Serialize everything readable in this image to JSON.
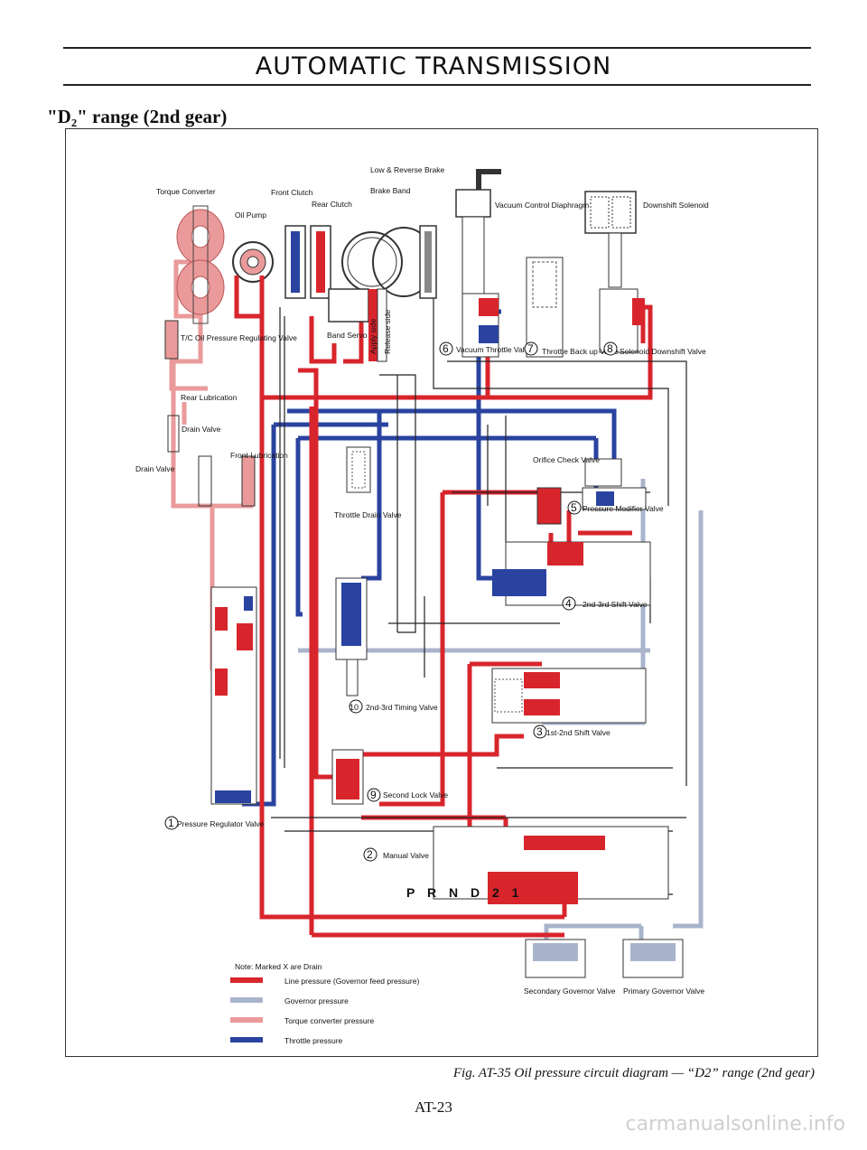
{
  "header": {
    "title": "AUTOMATIC TRANSMISSION"
  },
  "section_title": "\"D₂\" range (2nd gear)",
  "colors": {
    "line_pressure": "#d8252c",
    "governor_pressure": "#a9b4cc",
    "torque_converter_pressure": "#ea9a9a",
    "throttle_pressure": "#2a43a0",
    "drain": "#222222"
  },
  "components": {
    "torque_converter": "Torque Converter",
    "oil_pump": "Oil Pump",
    "front_clutch": "Front Clutch",
    "rear_clutch": "Rear Clutch",
    "low_reverse_brake": "Low & Reverse Brake",
    "brake_band": "Brake Band",
    "vacuum_control": "Vacuum Control Diaphragm",
    "downshift_solenoid": "Downshift Solenoid",
    "tc_valve": "T/C Oil Pressure Regulating Valve",
    "rear_lub": "Rear Lubrication",
    "drain_valve_small": "Drain Valve",
    "drain_valve": "Drain Valve",
    "front_lub": "Front Lubrication",
    "band_servo": "Band Servo",
    "apply_side": "Apply side",
    "release_side": "Release side",
    "vacuum_throttle": "Vacuum Throttle Valve",
    "throttle_backup": "Throttle Back up Valve",
    "solenoid_downshift": "Solenoid Downshift Valve",
    "orifice_check": "Orifice Check Valve",
    "pressure_modifier": "Pressure Modifier Valve",
    "throttle_drain": "Throttle Drain Valve",
    "shift_2_3": "2nd-3rd Shift Valve",
    "timing_2_3": "2nd-3rd Timing Valve",
    "shift_1_2": "1st-2nd Shift Valve",
    "second_lock": "Second Lock Valve",
    "pressure_regulator": "Pressure Regulator Valve",
    "manual_valve": "Manual Valve",
    "secondary_governor": "Secondary Governor Valve",
    "primary_governor": "Primary Governor Valve"
  },
  "valve_numbers": {
    "n1": "1",
    "n2": "2",
    "n3": "3",
    "n4": "4",
    "n5": "5",
    "n6": "6",
    "n7": "7",
    "n8": "8",
    "n9": "9",
    "n10": "10"
  },
  "selector": "P R N D 2 1",
  "legend": {
    "note": "Note:  Marked X are Drain",
    "items": [
      {
        "label": "Line pressure (Governor feed pressure)",
        "color": "#d8252c"
      },
      {
        "label": "Governor pressure",
        "color": "#a9b4cc"
      },
      {
        "label": "Torque converter pressure",
        "color": "#ea9a9a"
      },
      {
        "label": "Throttle pressure",
        "color": "#2a43a0"
      }
    ]
  },
  "figure_caption": "Fig. AT-35  Oil pressure circuit diagram — “D2” range (2nd gear)",
  "page_number": "AT-23",
  "watermark": "carmanualsonline.info"
}
